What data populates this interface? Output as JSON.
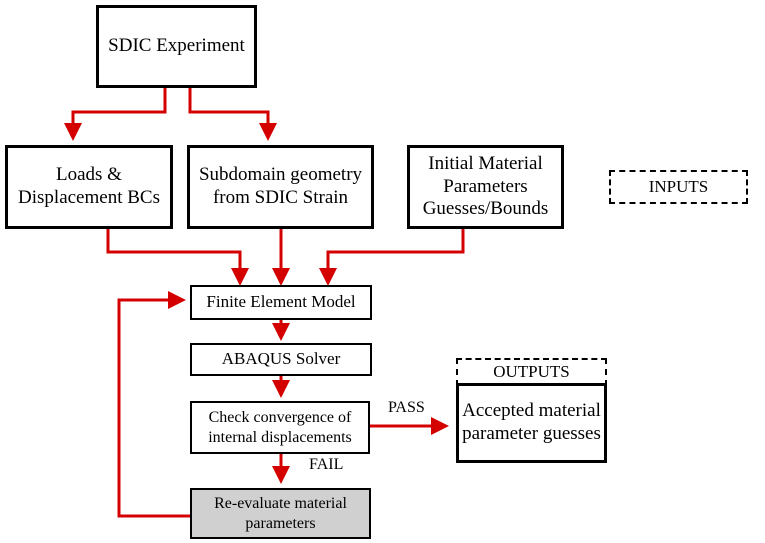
{
  "diagram": {
    "boxes": {
      "sdic_experiment": "SDIC Experiment",
      "loads_bcs": "Loads &\nDisplacement BCs",
      "subdomain_geometry": "Subdomain geometry\nfrom SDIC Strain",
      "initial_parameters": "Initial Material\nParameters\nGuesses/Bounds",
      "inputs": "INPUTS",
      "finite_element_model": "Finite Element Model",
      "abaqus_solver": "ABAQUS Solver",
      "check_convergence": "Check convergence of\ninternal displacements",
      "outputs": "OUTPUTS",
      "accepted_parameters": "Accepted material\nparameter guesses",
      "reevaluate": "Re-evaluate material\nparameters"
    },
    "edge_labels": {
      "pass": "PASS",
      "fail": "FAIL"
    },
    "colors": {
      "arrow": "#d40000",
      "reevaluate_fill": "#d0d0d0"
    }
  }
}
